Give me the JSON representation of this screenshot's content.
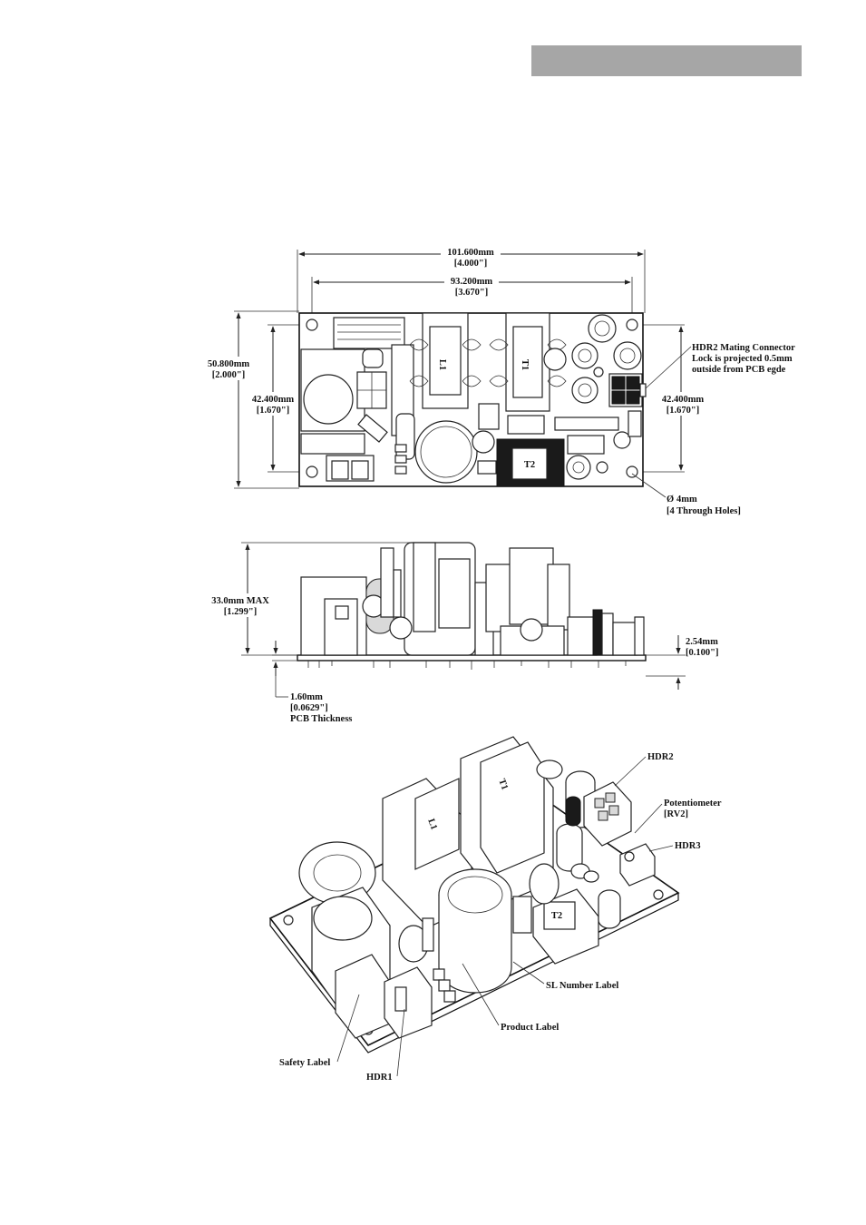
{
  "header": {
    "bar_color": "#a6a6a6",
    "title": ""
  },
  "top_view": {
    "width_outer_mm": "101.600mm",
    "width_outer_in": "[4.000\"]",
    "width_inner_mm": "93.200mm",
    "width_inner_in": "[3.670\"]",
    "height_outer_mm": "50.800mm",
    "height_outer_in": "[2.000\"]",
    "height_inner_left_mm": "42.400mm",
    "height_inner_left_in": "[1.670\"]",
    "height_inner_right_mm": "42.400mm",
    "height_inner_right_in": "[1.670\"]",
    "hdr2_note_line1": "HDR2 Mating Connector",
    "hdr2_note_line2": "Lock is projected 0.5mm",
    "hdr2_note_line3": "outside from PCB egde",
    "hole_note_line1": "4mm",
    "hole_note_line2": "[4 Through Holes]",
    "component_labels": {
      "l1": "L1",
      "t1": "T1",
      "t2": "T2"
    }
  },
  "side_view": {
    "height_mm": "33.0mm MAX",
    "height_in": "[1.299\"]",
    "standoff_mm": "2.54mm",
    "standoff_in": "[0.100\"]",
    "pcb_mm": "1.60mm",
    "pcb_in": "[0.0629\"]",
    "pcb_label": "PCB Thickness"
  },
  "iso_view": {
    "callouts": {
      "hdr2": "HDR2",
      "potentiometer": "Potentiometer",
      "rv2": "[RV2]",
      "hdr3": "HDR3",
      "sl_label": "SL Number Label",
      "product_label": "Product Label",
      "safety_label": "Safety Label",
      "hdr1": "HDR1"
    },
    "component_labels": {
      "l1": "L1",
      "t1": "T1",
      "t2": "T2"
    }
  }
}
